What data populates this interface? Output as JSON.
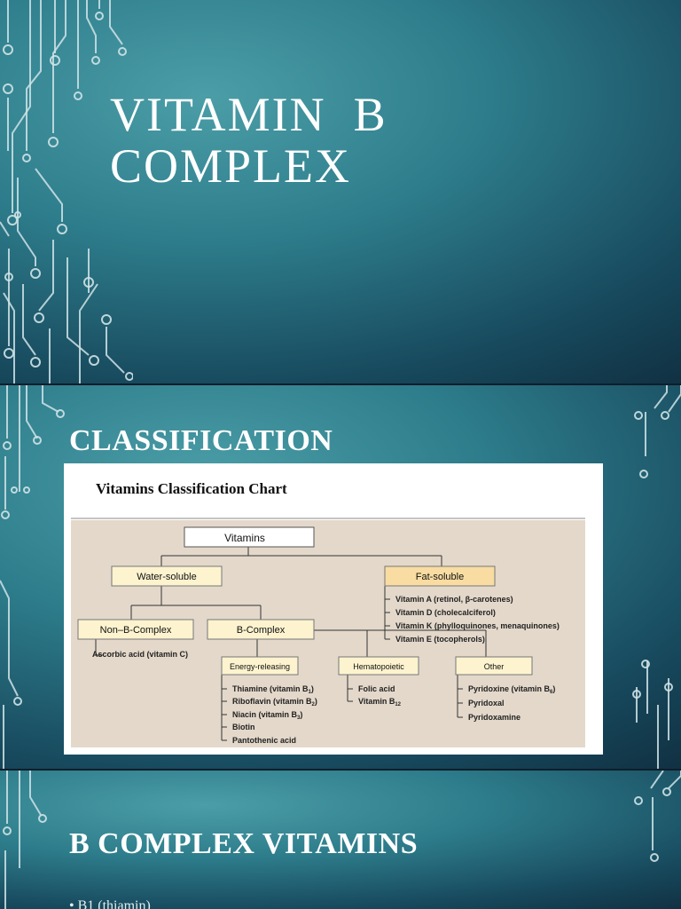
{
  "slide1": {
    "title_line1": "VITAMIN  B",
    "title_line2": "COMPLEX"
  },
  "slide2": {
    "heading": "CLASSIFICATION",
    "chart": {
      "title": "Vitamins Classification Chart",
      "root": "Vitamins",
      "water_soluble": "Water-soluble",
      "fat_soluble": "Fat-soluble",
      "fat_items": [
        "Vitamin A (retinol, β-carotenes)",
        "Vitamin D (cholecalciferol)",
        "Vitamin K (phylloquinones, menaquinones)",
        "Vitamin E (tocopherols)"
      ],
      "non_b_complex": "Non–B-Complex",
      "non_b_item": "Ascorbic acid (vitamin C)",
      "b_complex": "B-Complex",
      "energy_releasing": "Energy-releasing",
      "energy_items": [
        "Thiamine (vitamin B",
        "Riboflavin (vitamin B",
        "Niacin (vitamin B",
        "Biotin",
        "Pantothenic acid"
      ],
      "energy_subs": [
        "1",
        "2",
        "3"
      ],
      "hematopoietic": "Hematopoietic",
      "hema_items": [
        "Folic acid",
        "Vitamin B"
      ],
      "hema_sub": "12",
      "other": "Other",
      "other_items": [
        "Pyridoxine (vitamin B",
        "Pyridoxal",
        "Pyridoxamine"
      ],
      "other_sub": "6",
      "close_paren": ")"
    }
  },
  "slide3": {
    "heading": "B COMPLEX VITAMINS",
    "bullet_partial": "• B1 (thiamin)"
  },
  "colors": {
    "box_fill": "#fdf3cf",
    "fat_box_fill": "#f8dca2",
    "chart_bg": "#e3d8ca",
    "teal_light": "#4b9ea7",
    "teal_dark": "#0d2535"
  },
  "icons": [
    "circuit-decoration"
  ]
}
